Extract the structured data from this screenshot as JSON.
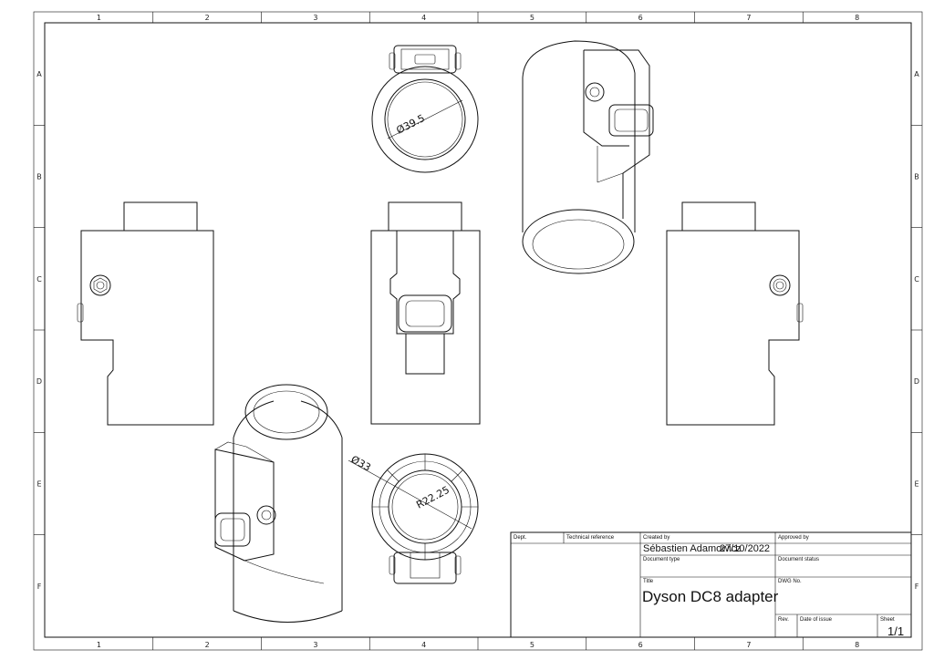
{
  "zones": {
    "columns": [
      "1",
      "2",
      "3",
      "4",
      "5",
      "6",
      "7",
      "8"
    ],
    "rows": [
      "A",
      "B",
      "C",
      "D",
      "E",
      "F"
    ]
  },
  "dimensions": {
    "top_view_diameter": "Ø39.5",
    "bottom_view_diameter": "Ø33",
    "bottom_view_radius": "R22.25"
  },
  "title_block": {
    "dept_label": "Dept.",
    "tech_ref_label": "Technical reference",
    "created_by_label": "Created by",
    "created_by_value": "Sébastien Adamowicz",
    "date_value": "27/10/2022",
    "approved_by_label": "Approved by",
    "doc_type_label": "Document type",
    "doc_status_label": "Document status",
    "title_label": "Title",
    "title_value": "Dyson DC8 adapter",
    "dwg_no_label": "DWG No.",
    "rev_label": "Rev.",
    "date_issue_label": "Date of issue",
    "sheet_label": "Sheet",
    "sheet_value": "1/1"
  }
}
